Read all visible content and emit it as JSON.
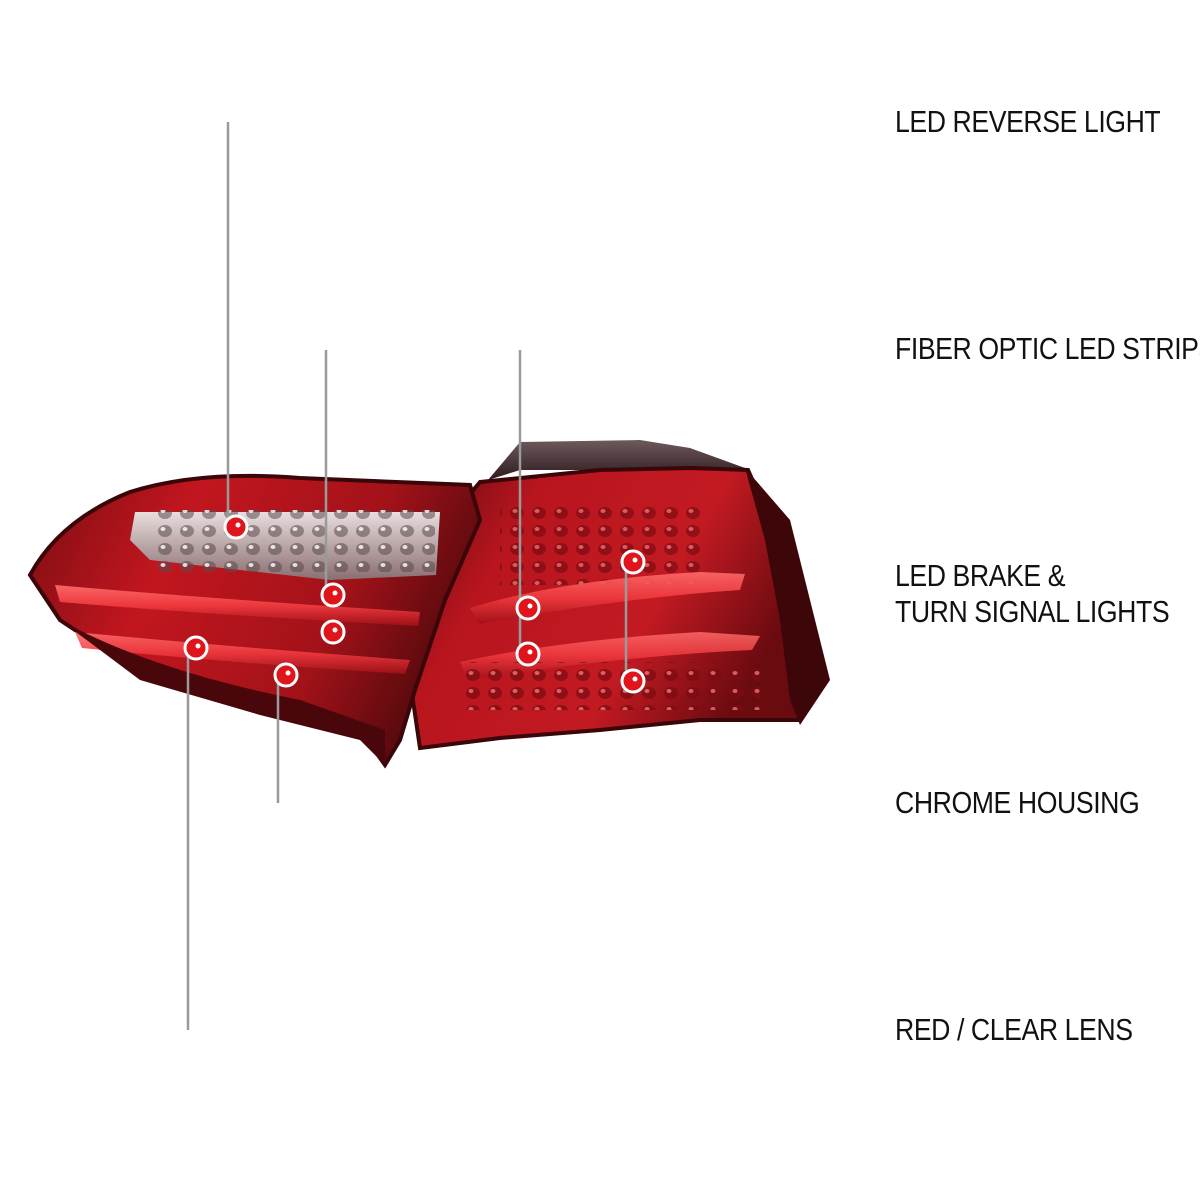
{
  "colors": {
    "accent_red": "#d4121a",
    "leader_gray": "#9a9a9a",
    "text": "#111111",
    "lens_red": "#b0141c",
    "lens_dark": "#4a0a0d",
    "marker_fill": "#e0141b"
  },
  "callouts": [
    {
      "id": "reverse",
      "lines": [
        "LED REVERSE LIGHT"
      ]
    },
    {
      "id": "fiber",
      "lines": [
        "FIBER OPTIC LED STRIPS"
      ]
    },
    {
      "id": "brake",
      "lines": [
        "LED BRAKE &",
        "TURN SIGNAL LIGHTS"
      ]
    },
    {
      "id": "chrome",
      "lines": [
        "CHROME HOUSING"
      ]
    },
    {
      "id": "lens",
      "lines": [
        "RED / CLEAR LENS"
      ]
    }
  ],
  "product": {
    "image_subject": "tail-light-pair",
    "markers": [
      "reverse-marker",
      "fiber-marker-outer-1",
      "fiber-marker-outer-2",
      "fiber-marker-inner-1",
      "fiber-marker-inner-2",
      "brake-marker-top",
      "brake-marker-bottom",
      "chrome-marker",
      "lens-marker"
    ]
  }
}
